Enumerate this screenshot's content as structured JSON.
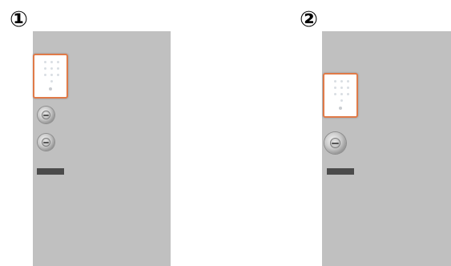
{
  "panels": [
    {
      "label": "①",
      "cylinders": 2
    },
    {
      "label": "②",
      "cylinders": 1
    }
  ],
  "colors": {
    "door": "#c0c0c0",
    "keypad_border": "#e07a48",
    "handle": "#4b4b4b"
  }
}
